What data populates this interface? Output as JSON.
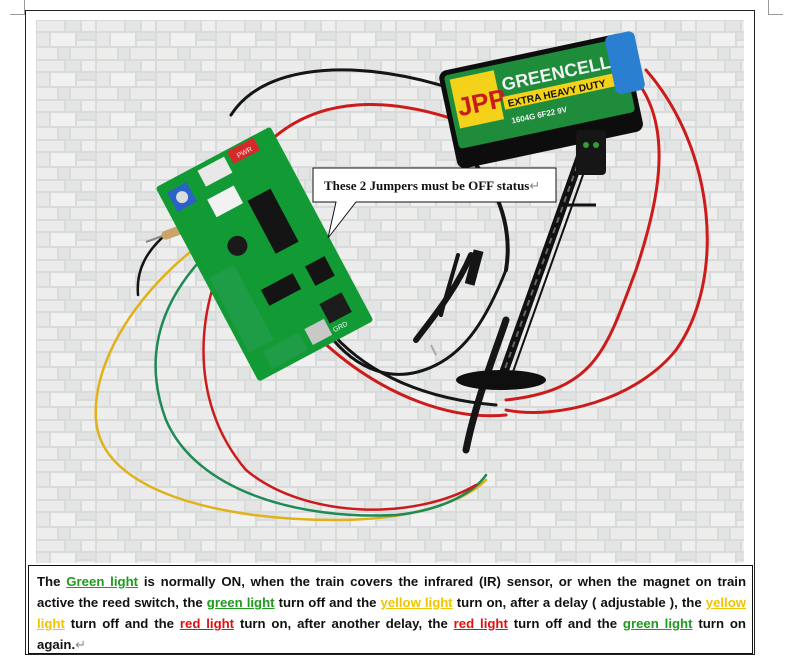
{
  "photo": {
    "callout": "These 2 Jumpers must be OFF status",
    "callout_mark": "↵",
    "battery": {
      "brand": "JPP",
      "name": "GREENCELL",
      "subtitle": "EXTRA HEAVY DUTY",
      "spec": "1604G 6F22 9V"
    },
    "board_labels": {
      "grd": "GRD",
      "pwr": "PWR"
    }
  },
  "caption": {
    "s1": "The ",
    "green_1": "Green light",
    "s2": " is normally ON, when the train covers the infrared (IR) sensor, or when the magnet on train active the reed switch, the ",
    "green_2": "green light",
    "s3": " turn off and the ",
    "yellow_1": "yellow light",
    "s4": " turn on, after a delay ( adjustable ), the ",
    "yellow_2": "yellow light",
    "s5": " turn off and the ",
    "red_1": "red light",
    "s6": " turn on, after another delay, the ",
    "red_2": "red light",
    "s7": " turn off and the ",
    "green_3": "green light",
    "s8": " turn on again.",
    "para_mark": "↵"
  },
  "colors": {
    "green_text": "#1e9a1e",
    "yellow_text": "#f0c400",
    "red_text": "#e01010"
  }
}
